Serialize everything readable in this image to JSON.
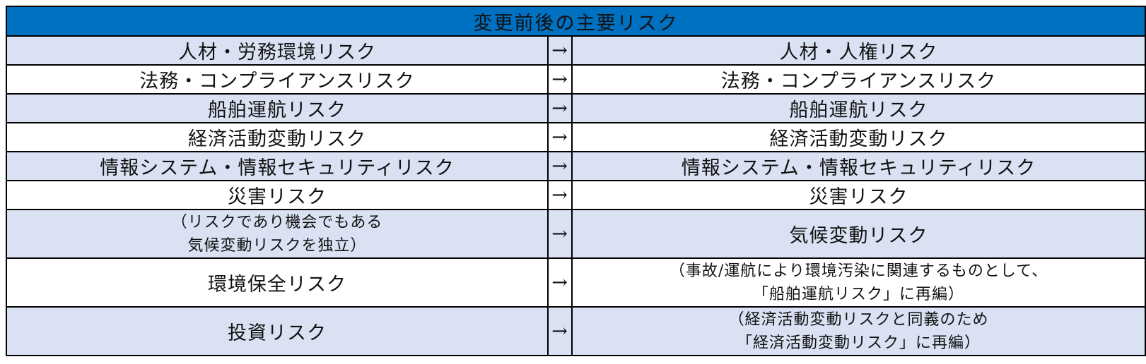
{
  "title": "変更前後の主要リスク",
  "arrow": "→",
  "rows": [
    {
      "before": [
        "人材・労務環境リスク"
      ],
      "after": [
        "人材・人権リスク"
      ]
    },
    {
      "before": [
        "法務・コンプライアンスリスク"
      ],
      "after": [
        "法務・コンプライアンスリスク"
      ]
    },
    {
      "before": [
        "船舶運航リスク"
      ],
      "after": [
        "船舶運航リスク"
      ]
    },
    {
      "before": [
        "経済活動変動リスク"
      ],
      "after": [
        "経済活動変動リスク"
      ]
    },
    {
      "before": [
        "情報システム・情報セキュリティリスク"
      ],
      "after": [
        "情報システム・情報セキュリティリスク"
      ]
    },
    {
      "before": [
        "災害リスク"
      ],
      "after": [
        "災害リスク"
      ]
    },
    {
      "before": [
        "（リスクであり機会でもある",
        "気候変動リスクを独立）"
      ],
      "after": [
        "気候変動リスク"
      ]
    },
    {
      "before": [
        "環境保全リスク"
      ],
      "after": [
        "（事故/運航により環境汚染に関連するものとして、",
        "「船舶運航リスク」に再編）"
      ]
    },
    {
      "before": [
        "投資リスク"
      ],
      "after": [
        "（経済活動変動リスクと同義のため",
        "「経済活動変動リスク」に再編）"
      ]
    }
  ],
  "colors": {
    "header_bg": "#0070c0",
    "shaded_row_bg": "#d9e1f2",
    "plain_row_bg": "#ffffff",
    "border": "#000000"
  }
}
